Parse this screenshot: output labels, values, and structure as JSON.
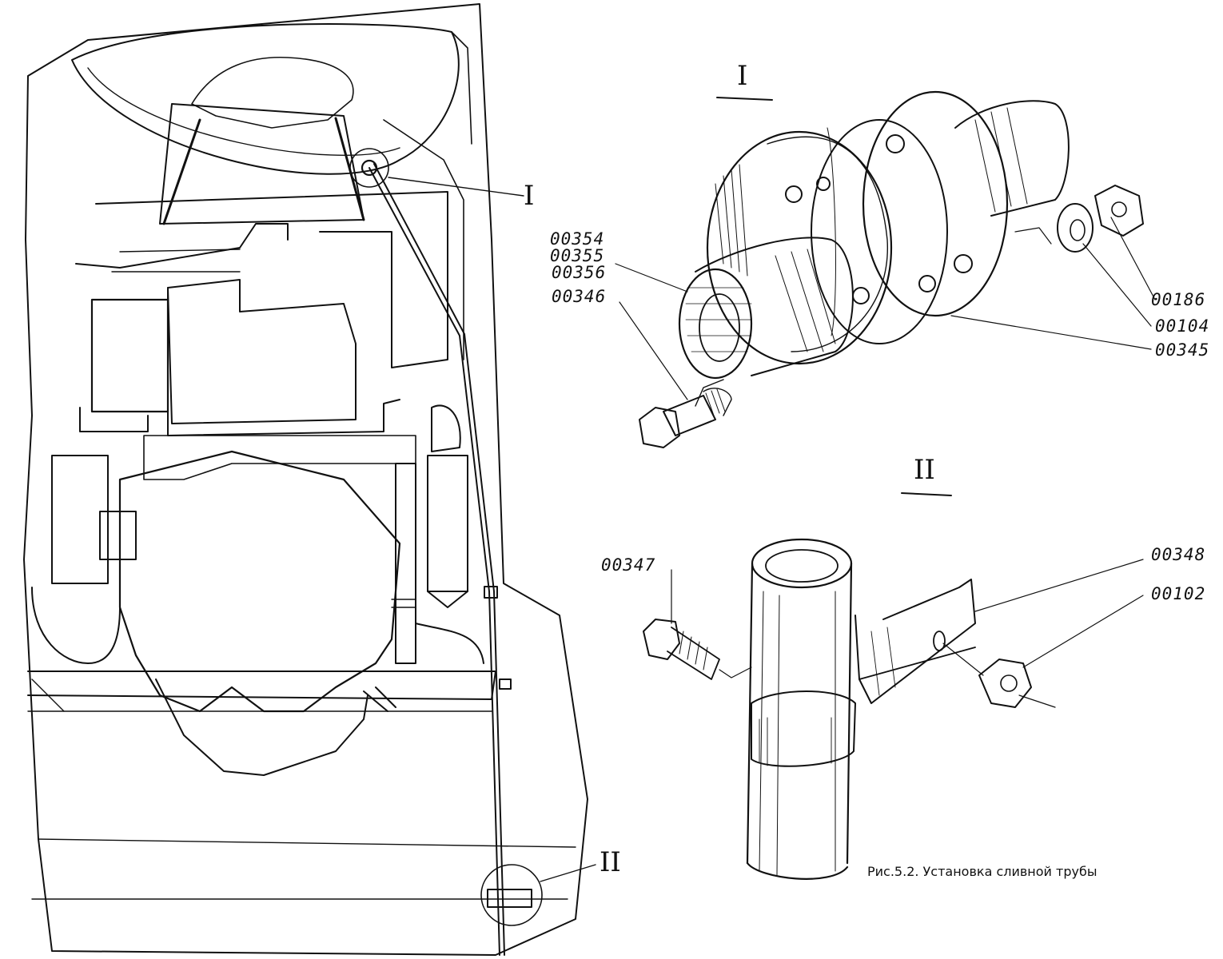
{
  "figure": {
    "caption": "Рис.5.2. Установка сливной трубы",
    "views": {
      "view_1_marker": "I",
      "view_2_marker": "II",
      "view_1_title": "I",
      "view_2_title": "II"
    },
    "detail_1_labels": {
      "p00354": "00354",
      "p00355": "00355",
      "p00356": "00356",
      "p00346": "00346",
      "p00186": "00186",
      "p00104": "00104",
      "p00345": "00345"
    },
    "detail_2_labels": {
      "p00347": "00347",
      "p00348": "00348",
      "p00102": "00102"
    }
  }
}
